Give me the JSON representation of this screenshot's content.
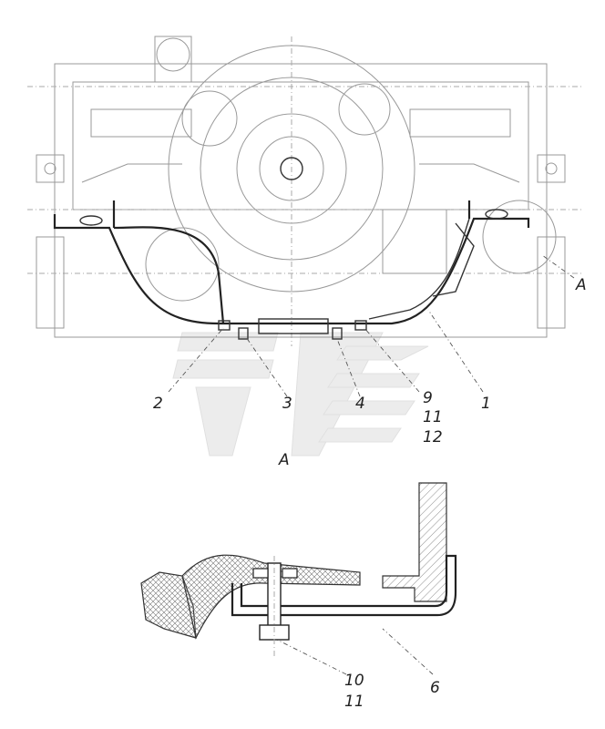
{
  "labels": {
    "l1": "1",
    "l2": "2",
    "l3": "3",
    "l4": "4",
    "l9": "9",
    "l11a": "11",
    "l12": "12",
    "lA_side": "A",
    "lA_bottom": "A",
    "l10": "10",
    "l11b": "11",
    "l6": "6"
  },
  "colors": {
    "line": "#222222",
    "ghost": "#999999",
    "watermark": "#e6e6e6"
  }
}
